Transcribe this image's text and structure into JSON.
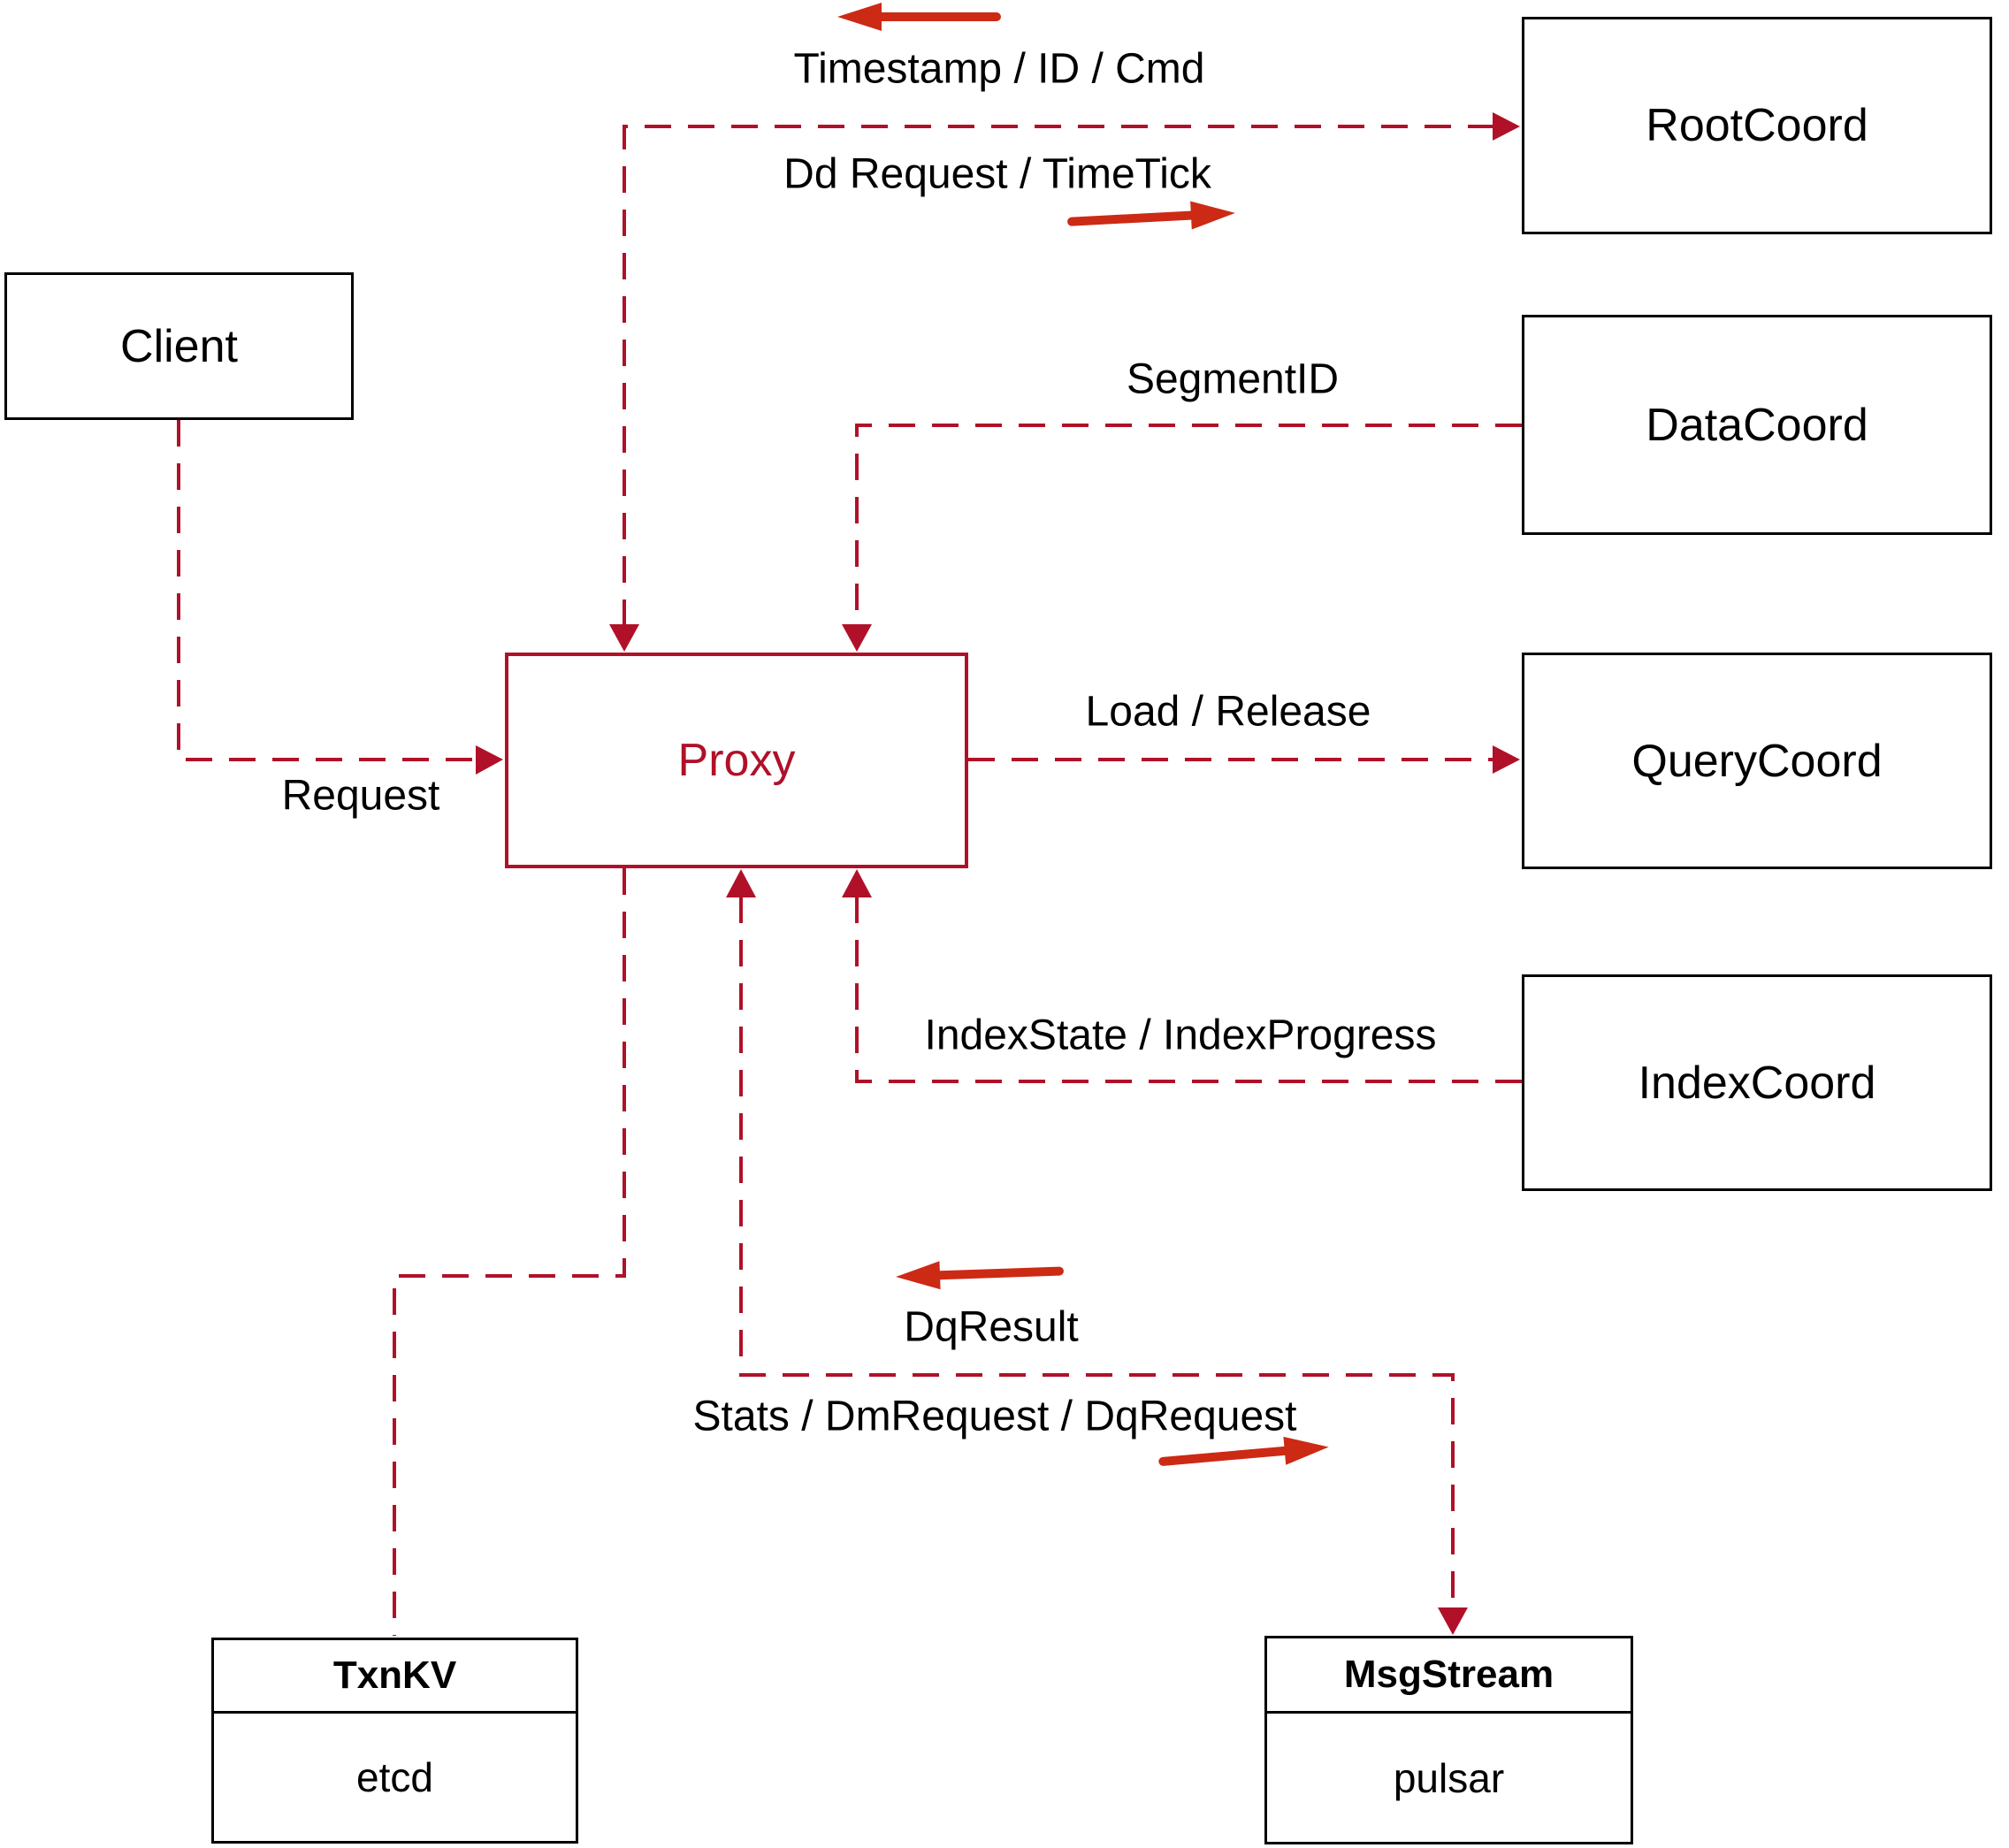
{
  "colors": {
    "line": "#b01128",
    "arrow": "#cc2a14",
    "box_border": "#000000",
    "text": "#000000",
    "background": "#ffffff",
    "proxy_accent": "#b01128"
  },
  "nodes": {
    "client": {
      "label": "Client"
    },
    "proxy": {
      "label": "Proxy"
    },
    "root_coord": {
      "label": "RootCoord"
    },
    "data_coord": {
      "label": "DataCoord"
    },
    "query_coord": {
      "label": "QueryCoord"
    },
    "index_coord": {
      "label": "IndexCoord"
    },
    "txn_kv": {
      "title": "TxnKV",
      "impl": "etcd"
    },
    "msg_stream": {
      "title": "MsgStream",
      "impl": "pulsar"
    }
  },
  "edge_labels": {
    "timestamp_id_cmd": "Timestamp / ID / Cmd",
    "dd_request_timetick": "Dd Request / TimeTick",
    "segment_id": "SegmentID",
    "load_release": "Load / Release",
    "index_state_index_progress": "IndexState / IndexProgress",
    "dq_result": "DqResult",
    "stats_dm_dq_request": "Stats / DmRequest / DqRequest",
    "request": "Request"
  }
}
